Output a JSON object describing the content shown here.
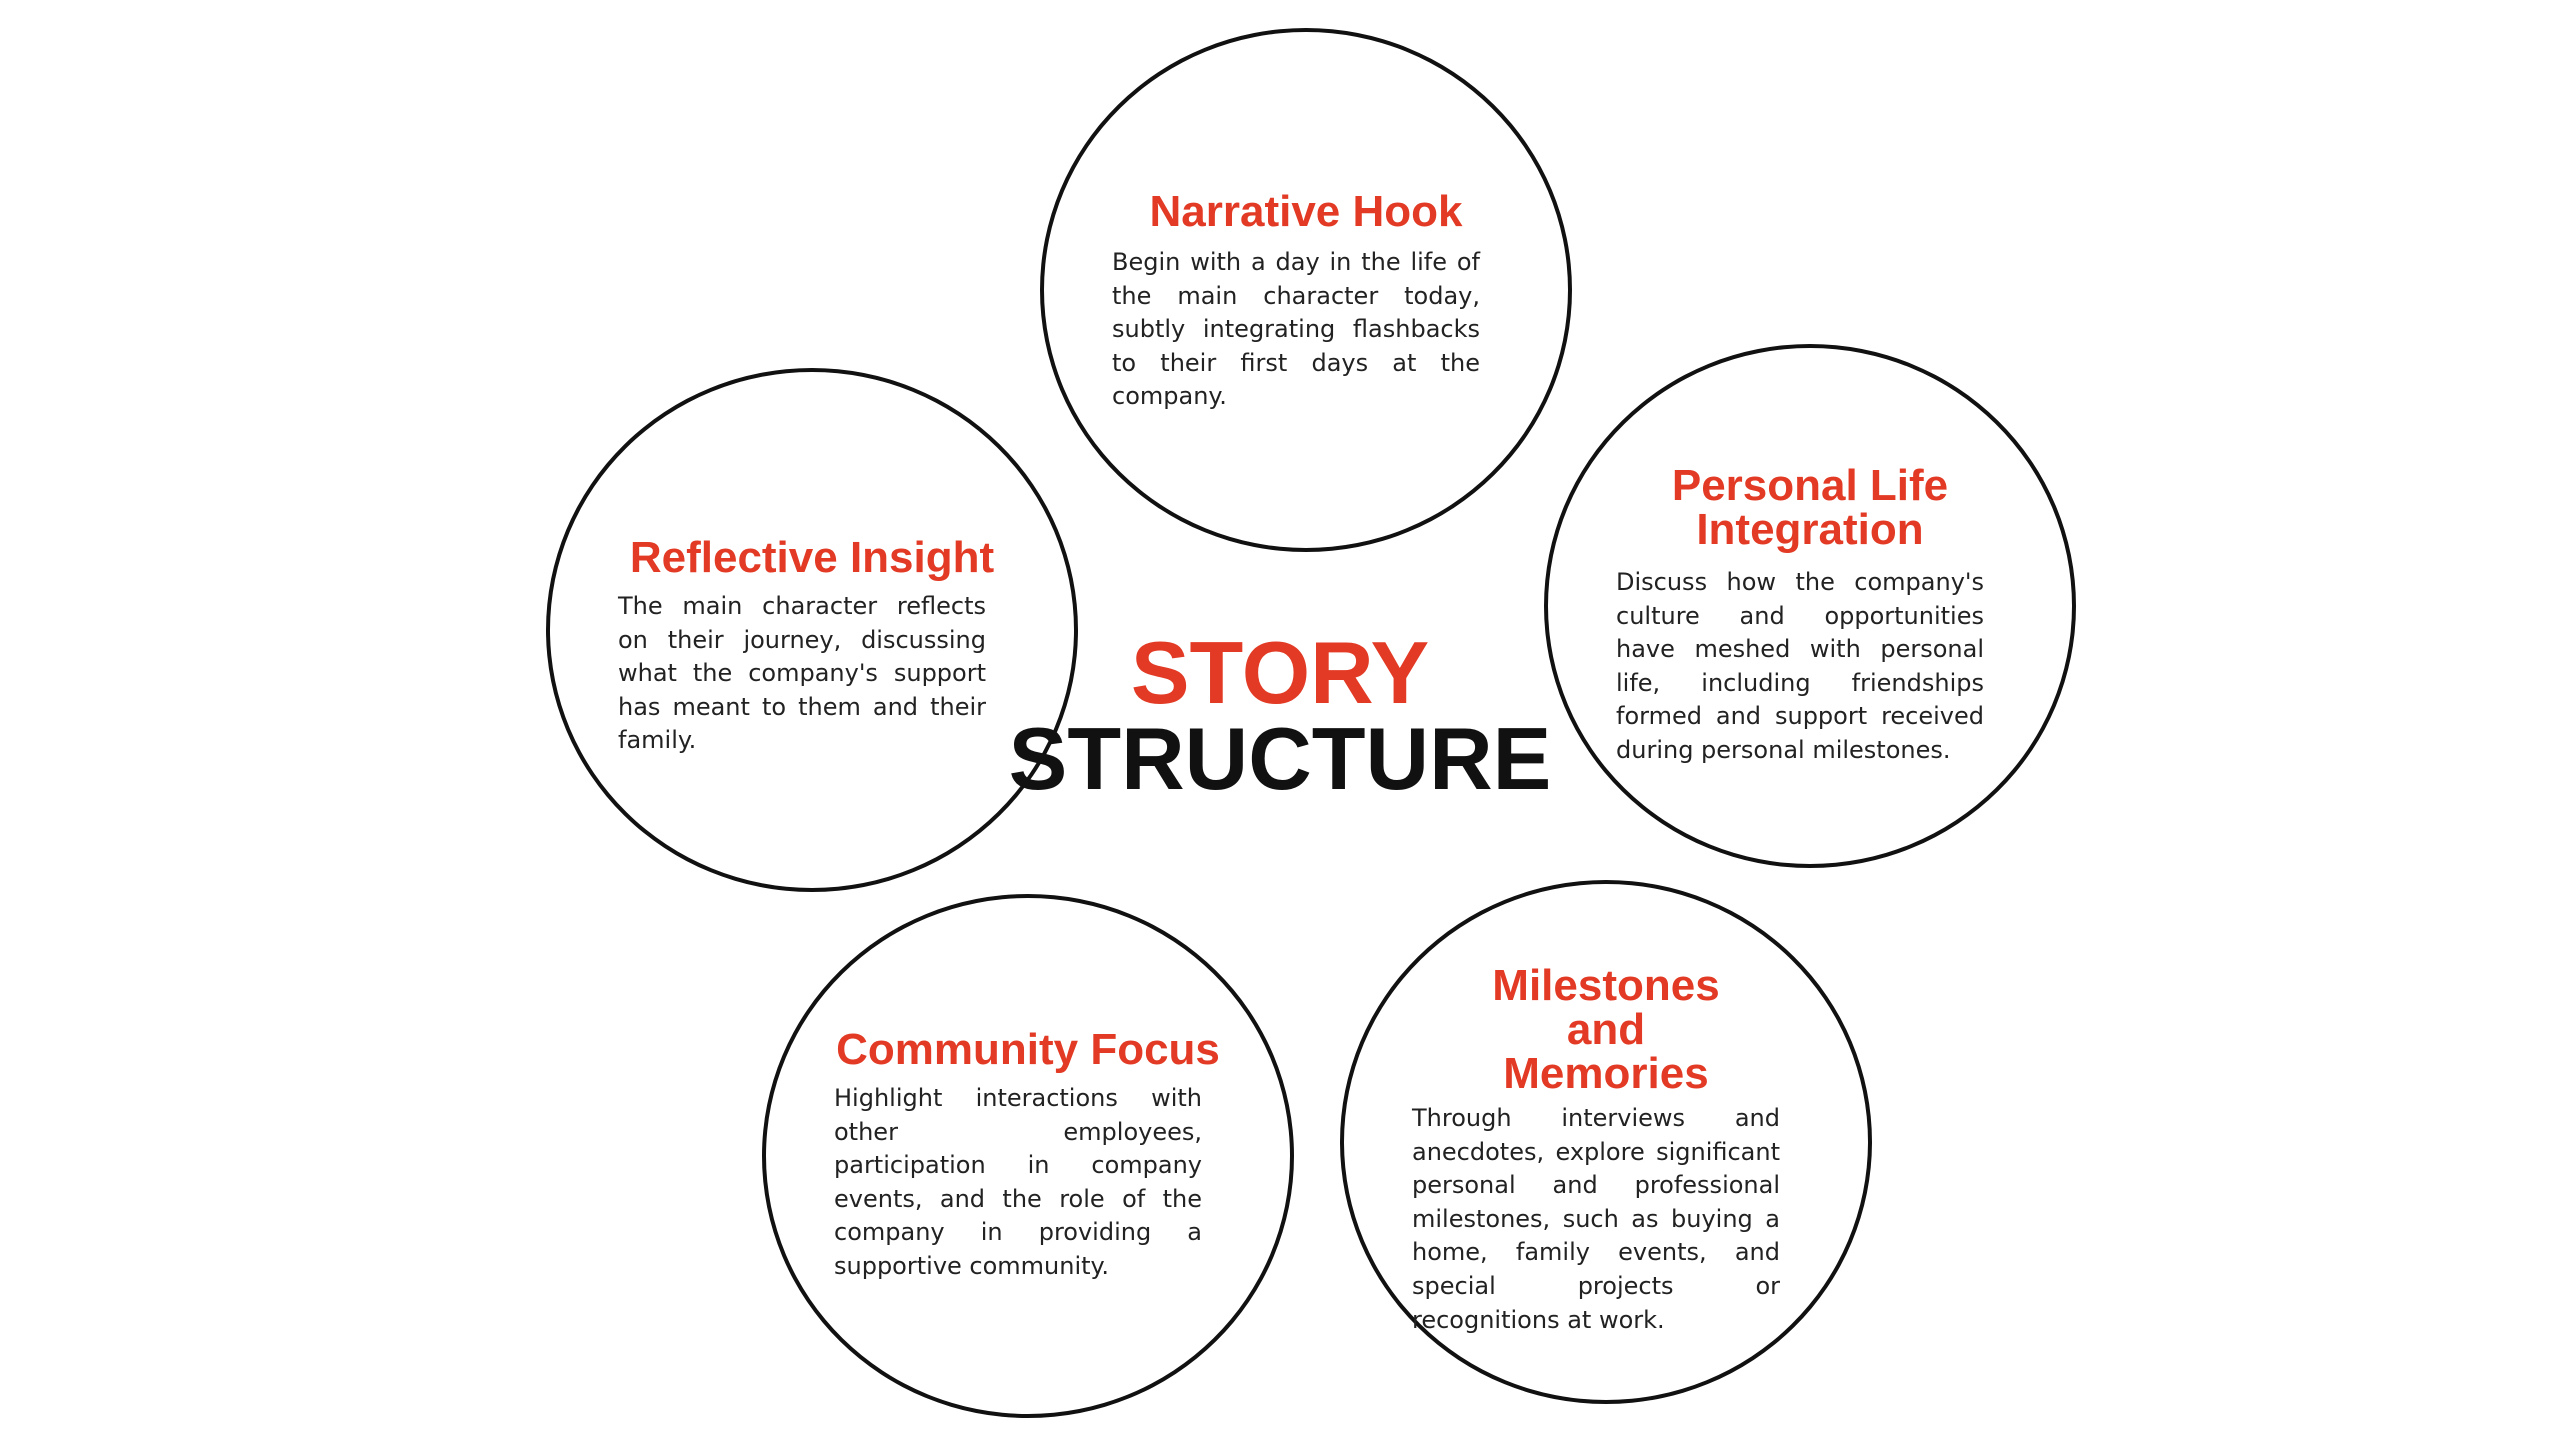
{
  "diagram": {
    "title_line1": "STORY",
    "title_line2": "STRUCTURE",
    "accent_color": "#e23a24",
    "text_color": "#111111",
    "nodes": [
      {
        "id": "narrative-hook",
        "title": "Narrative Hook",
        "body": "Begin with a day in the life of the main character today, subtly integrating flashbacks to their first days at the company."
      },
      {
        "id": "personal-life-integration",
        "title": "Personal Life Integration",
        "body": "Discuss how the company's culture and opportunities have meshed with personal life, including friendships formed and support received during personal milestones."
      },
      {
        "id": "milestones-and-memories",
        "title": "Milestones and Memories",
        "body": "Through interviews and anecdotes, explore significant personal and professional milestones, such as buying a home, family events, and special projects or recognitions at work."
      },
      {
        "id": "community-focus",
        "title": "Community Focus",
        "body": "Highlight interactions with other employees, participation in company events, and the role of the company in providing a supportive community."
      },
      {
        "id": "reflective-insight",
        "title": "Reflective Insight",
        "body": "The main character reflects on their journey, discussing what the company's support has meant to them and their family."
      }
    ]
  }
}
